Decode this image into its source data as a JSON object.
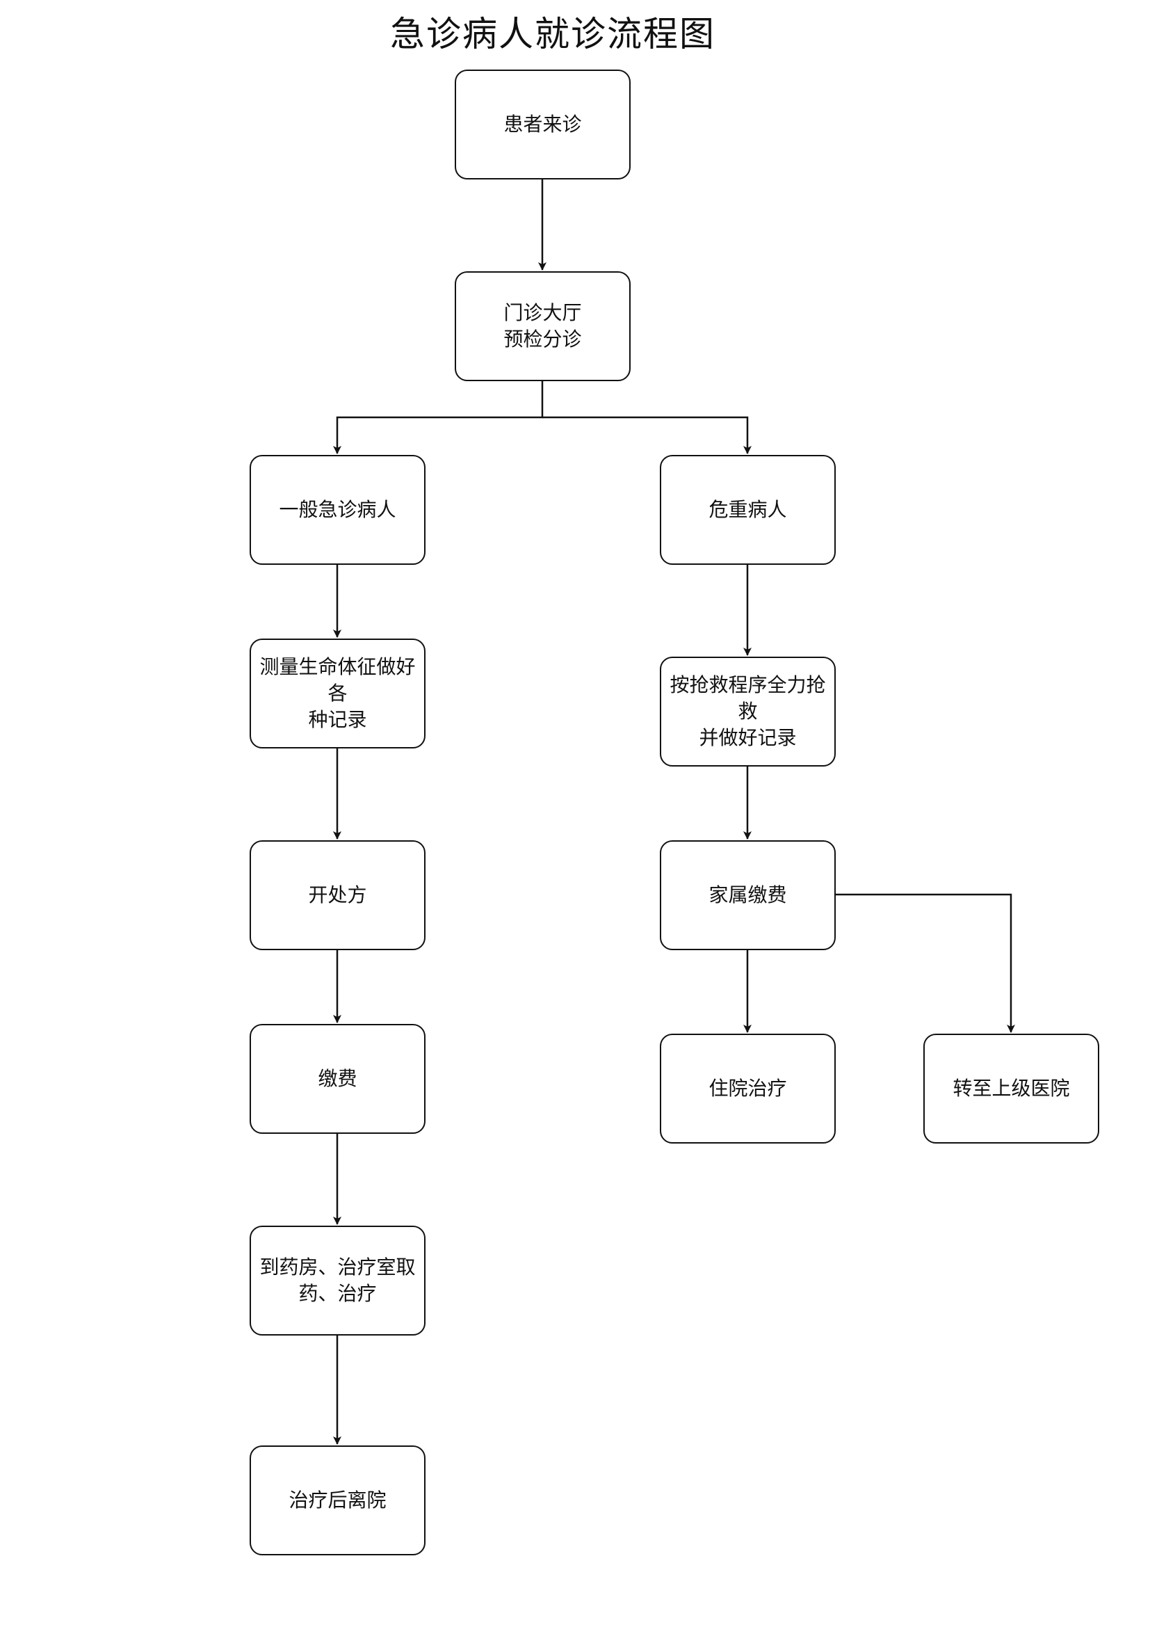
{
  "title": "急诊病人就诊流程图",
  "nodes": {
    "arrive": "患者来诊",
    "triage": "门诊大厅\n预检分诊",
    "general": "一般急诊病人",
    "critical": "危重病人",
    "vitals": "测量生命体征做好各\n种记录",
    "rescue": "按抢救程序全力抢救\n并做好记录",
    "prescribe": "开处方",
    "family_pay": "家属缴费",
    "pay": "缴费",
    "hospitalize": "住院治疗",
    "transfer": "转至上级医院",
    "pharmacy": "到药房、治疗室取\n药、治疗",
    "discharge": "治疗后离院"
  },
  "colors": {
    "line": "#111111",
    "background": "#ffffff"
  }
}
